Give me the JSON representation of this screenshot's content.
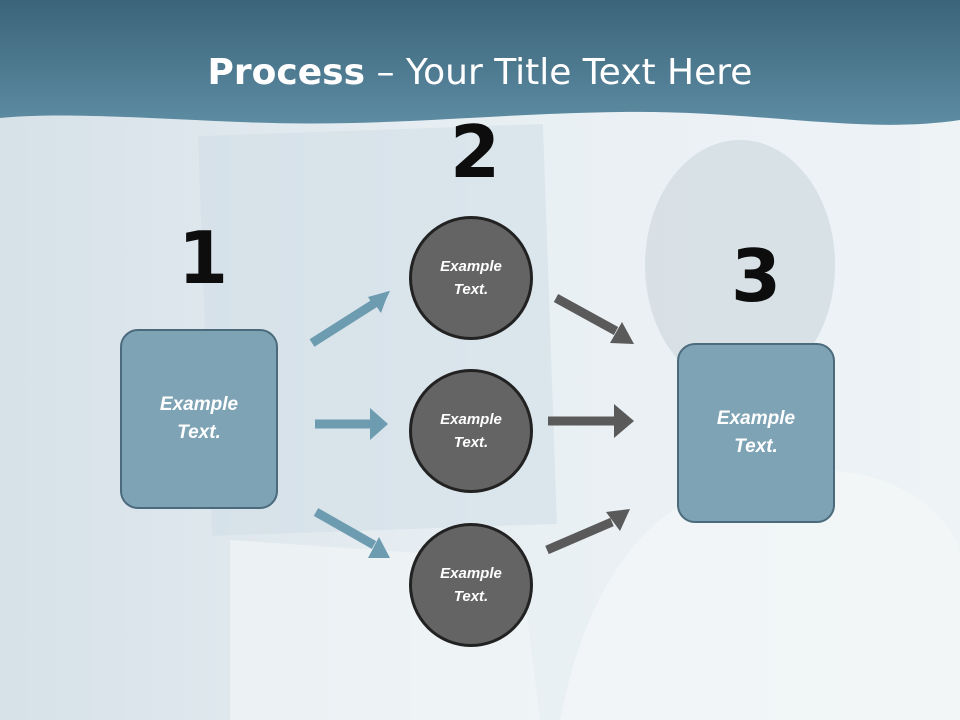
{
  "title": {
    "bold": "Process",
    "rest": " – Your Title Text Here"
  },
  "steps": [
    {
      "number": "1",
      "label_line1": "Example",
      "label_line2": "Text."
    },
    {
      "number": "2",
      "label_line1": "Example",
      "label_line2": "Text."
    },
    {
      "number": "3",
      "label_line1": "Example",
      "label_line2": "Text."
    }
  ],
  "circles": [
    {
      "line1": "Example",
      "line2": "Text."
    },
    {
      "line1": "Example",
      "line2": "Text."
    },
    {
      "line1": "Example",
      "line2": "Text."
    }
  ],
  "colors": {
    "header_band": "#3f6f86",
    "box_fill": "#7da3b5",
    "circle_fill": "#646464",
    "blue_arrow": "#6d9bb0",
    "gray_arrow": "#5a5a5a"
  }
}
